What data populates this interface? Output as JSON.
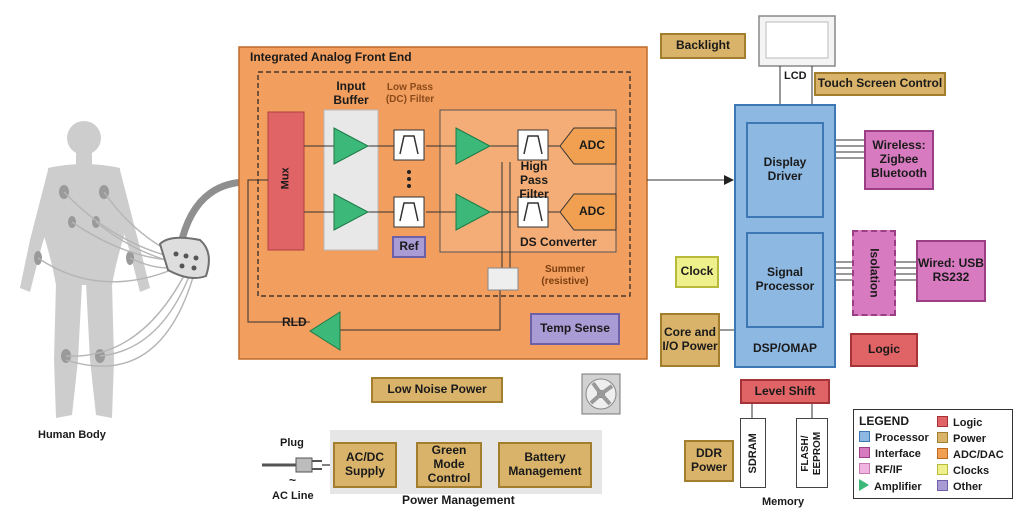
{
  "diagram": {
    "afe": {
      "title": "Integrated Analog Front End",
      "input_buffer": "Input Buffer",
      "low_pass_filter": "Low Pass (DC) Filter",
      "mux": "Mux",
      "ref": "Ref",
      "high_pass_filter": "High Pass Filter",
      "adc_1": "ADC",
      "adc_2": "ADC",
      "ds_converter": "DS Converter",
      "summer": "Summer (resistive)",
      "rld": "RLD",
      "temp_sense": "Temp Sense"
    },
    "human_body": "Human Body",
    "backlight": "Backlight",
    "lcd": "LCD",
    "touch_screen_control": "Touch Screen Control",
    "display_driver": "Display Driver",
    "signal_processor": "Signal Processor",
    "dsp_omap": "DSP/OMAP",
    "wireless": "Wireless: Zigbee Bluetooth",
    "isolation": "Isolation",
    "wired": "Wired: USB RS232",
    "clock": "Clock",
    "core_io_power": "Core and I/O Power",
    "logic": "Logic",
    "level_shift": "Level Shift",
    "low_noise_power": "Low Noise Power",
    "ddr_power": "DDR Power",
    "sdram": "SDRAM",
    "flash_eeprom": "FLASH/ EEPROM",
    "memory": "Memory",
    "plug": "Plug",
    "ac_line_symbol": "~",
    "ac_line": "AC Line",
    "ac_dc_supply": "AC/DC Supply",
    "green_mode_control": "Green Mode Control",
    "battery_management": "Battery Management",
    "power_management": "Power Management",
    "legend": {
      "title": "LEGEND",
      "items": [
        {
          "label": "Processor",
          "color": "#8cb8e2"
        },
        {
          "label": "Interface",
          "color": "#d77ac0"
        },
        {
          "label": "RF/IF",
          "color": "#f0b4e0"
        },
        {
          "label": "Amplifier",
          "color": "#3cb878"
        },
        {
          "label": "Logic",
          "color": "#e06466"
        },
        {
          "label": "Power",
          "color": "#d9b36a"
        },
        {
          "label": "ADC/DAC",
          "color": "#f0a050"
        },
        {
          "label": "Clocks",
          "color": "#eef08c"
        },
        {
          "label": "Other",
          "color": "#a99bd4"
        }
      ]
    }
  }
}
